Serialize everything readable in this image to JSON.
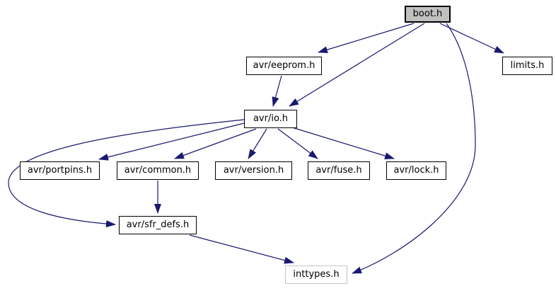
{
  "diagram": {
    "kind": "include-dependency-graph",
    "root": "boot.h",
    "nodes": [
      {
        "id": "boot",
        "label": "boot.h",
        "kind": "root"
      },
      {
        "id": "eeprom",
        "label": "avr/eeprom.h",
        "kind": "internal"
      },
      {
        "id": "limits",
        "label": "limits.h",
        "kind": "internal"
      },
      {
        "id": "io",
        "label": "avr/io.h",
        "kind": "internal"
      },
      {
        "id": "portpins",
        "label": "avr/portpins.h",
        "kind": "internal"
      },
      {
        "id": "common",
        "label": "avr/common.h",
        "kind": "internal"
      },
      {
        "id": "version",
        "label": "avr/version.h",
        "kind": "internal"
      },
      {
        "id": "fuse",
        "label": "avr/fuse.h",
        "kind": "internal"
      },
      {
        "id": "lock",
        "label": "avr/lock.h",
        "kind": "internal"
      },
      {
        "id": "sfr_defs",
        "label": "avr/sfr_defs.h",
        "kind": "internal"
      },
      {
        "id": "inttypes",
        "label": "inttypes.h",
        "kind": "external"
      }
    ],
    "edges": [
      {
        "from": "boot.h",
        "to": "avr/eeprom.h"
      },
      {
        "from": "boot.h",
        "to": "avr/io.h"
      },
      {
        "from": "boot.h",
        "to": "limits.h"
      },
      {
        "from": "boot.h",
        "to": "inttypes.h"
      },
      {
        "from": "avr/eeprom.h",
        "to": "avr/io.h"
      },
      {
        "from": "avr/io.h",
        "to": "avr/portpins.h"
      },
      {
        "from": "avr/io.h",
        "to": "avr/common.h"
      },
      {
        "from": "avr/io.h",
        "to": "avr/version.h"
      },
      {
        "from": "avr/io.h",
        "to": "avr/fuse.h"
      },
      {
        "from": "avr/io.h",
        "to": "avr/lock.h"
      },
      {
        "from": "avr/io.h",
        "to": "avr/sfr_defs.h"
      },
      {
        "from": "avr/common.h",
        "to": "avr/sfr_defs.h"
      },
      {
        "from": "avr/sfr_defs.h",
        "to": "inttypes.h"
      }
    ],
    "colors": {
      "edge": "#191970",
      "node_border": "#000000",
      "node_fill": "#ffffff",
      "root_fill": "#c0c0c0",
      "external_border": "#c4c4c4",
      "text": "#000000",
      "background": "#ffffff"
    }
  }
}
